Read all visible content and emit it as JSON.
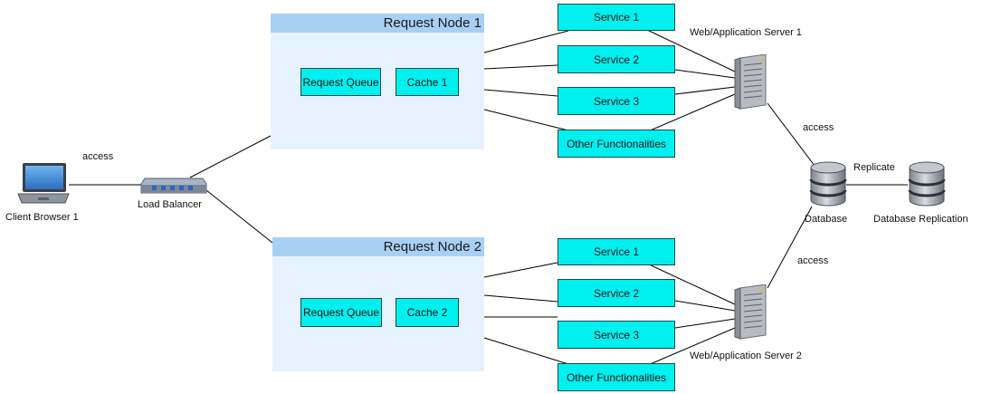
{
  "client": {
    "label": "Client Browser 1",
    "edge_label": "access"
  },
  "load_balancer": {
    "label": "Load Balancer"
  },
  "request_nodes": [
    {
      "title": "Request Node 1",
      "queue": "Request Queue",
      "cache": "Cache 1"
    },
    {
      "title": "Request Node 2",
      "queue": "Request Queue",
      "cache": "Cache 2"
    }
  ],
  "services": [
    [
      "Service 1",
      "Service 2",
      "Service 3",
      "Other Functionalities"
    ],
    [
      "Service 1",
      "Service 2",
      "Service 3",
      "Other Functionalities"
    ]
  ],
  "servers": [
    {
      "label": "Web/Application Server 1",
      "edge_label": "access"
    },
    {
      "label": "Web/Application Server 2",
      "edge_label": "access"
    }
  ],
  "database": {
    "label": "Database"
  },
  "replication": {
    "label": "Database Replication",
    "edge_label": "Replicate"
  },
  "colors": {
    "service_fill": "#00f0f0",
    "node_fill": "#e6f3ff",
    "node_header": "#a8d0f5"
  }
}
